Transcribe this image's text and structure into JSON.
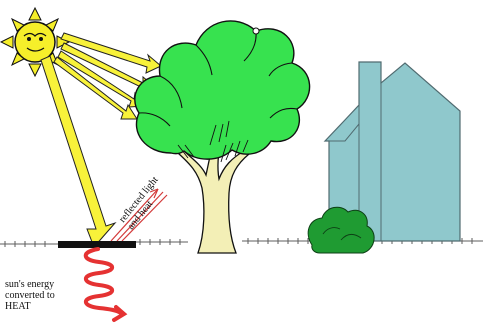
{
  "labels": {
    "energy_line1": "sun's energy",
    "energy_line2": "converted to",
    "energy_line3": "HEAT",
    "reflected_line1": "reflected light",
    "reflected_line2": "and heat"
  },
  "colors": {
    "sun": "#f6ef2a",
    "ray": "#f8f23a",
    "tree_canopy": "#37e24f",
    "trunk": "#f3efb6",
    "house": "#8fc8cc",
    "bush": "#1f9b32",
    "ground_patch": "#111111",
    "heat_spiral": "#e53232"
  },
  "icons": {
    "sun": "sun-icon",
    "tree": "tree-icon",
    "house": "house-icon",
    "bush": "bush-icon",
    "heat": "heat-spiral-icon"
  }
}
